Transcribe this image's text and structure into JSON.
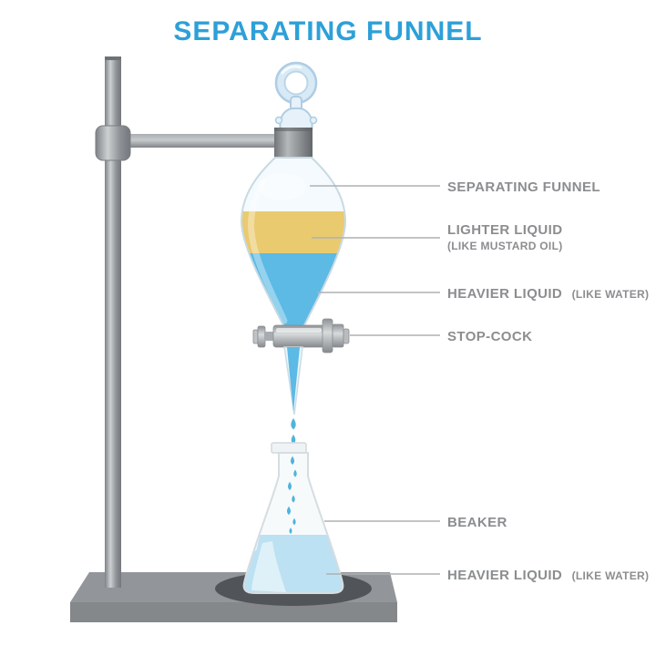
{
  "title": "SEPARATING FUNNEL",
  "colors": {
    "title": "#2DA0D8",
    "label_text": "#8B8D8F",
    "leader_line": "#AEB1B3",
    "oil_layer": "#EACA6F",
    "water_layer": "#5CBAE4",
    "stream_drop": "#4FB4DC",
    "beaker_water": "#BCE1F2",
    "glass_stroke": "#C8DAE4",
    "stand_gray": "#92969A"
  },
  "labels": {
    "separating_funnel": "SEPARATING FUNNEL",
    "lighter_liquid": "LIGHTER LIQUID",
    "lighter_liquid_sub": "(LIKE MUSTARD OIL)",
    "heavier_liquid": "HEAVIER LIQUID",
    "heavier_liquid_sub": "(LIKE WATER)",
    "stop_cock": "STOP-COCK",
    "beaker": "BEAKER",
    "beaker_liquid": "HEAVIER LIQUID",
    "beaker_liquid_sub": "(LIKE WATER)"
  }
}
